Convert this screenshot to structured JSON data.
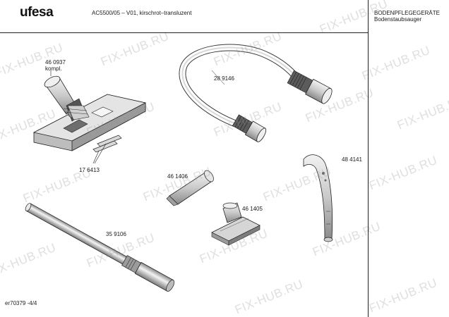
{
  "header": {
    "brand": "ufesa",
    "model": "AC5500/05 – V01, kirschrot–transluzent",
    "category": "BODENPFLEGEGERÄTE",
    "subcategory": "Bodenstaubsauger"
  },
  "parts": {
    "floor_nozzle": {
      "number": "46 0937",
      "note": "kompl."
    },
    "strips": {
      "number": "17 6413"
    },
    "hose": {
      "number": "28 9146"
    },
    "crevice_tool": {
      "number": "46 1406"
    },
    "upholstery_nozzle": {
      "number": "46 1405"
    },
    "handle_bend": {
      "number": "48 4141"
    },
    "tube": {
      "number": "35 9106"
    }
  },
  "footer": {
    "page_ref": "er70379 -4/4"
  },
  "watermark": {
    "text": "FIX-HUB.RU"
  }
}
